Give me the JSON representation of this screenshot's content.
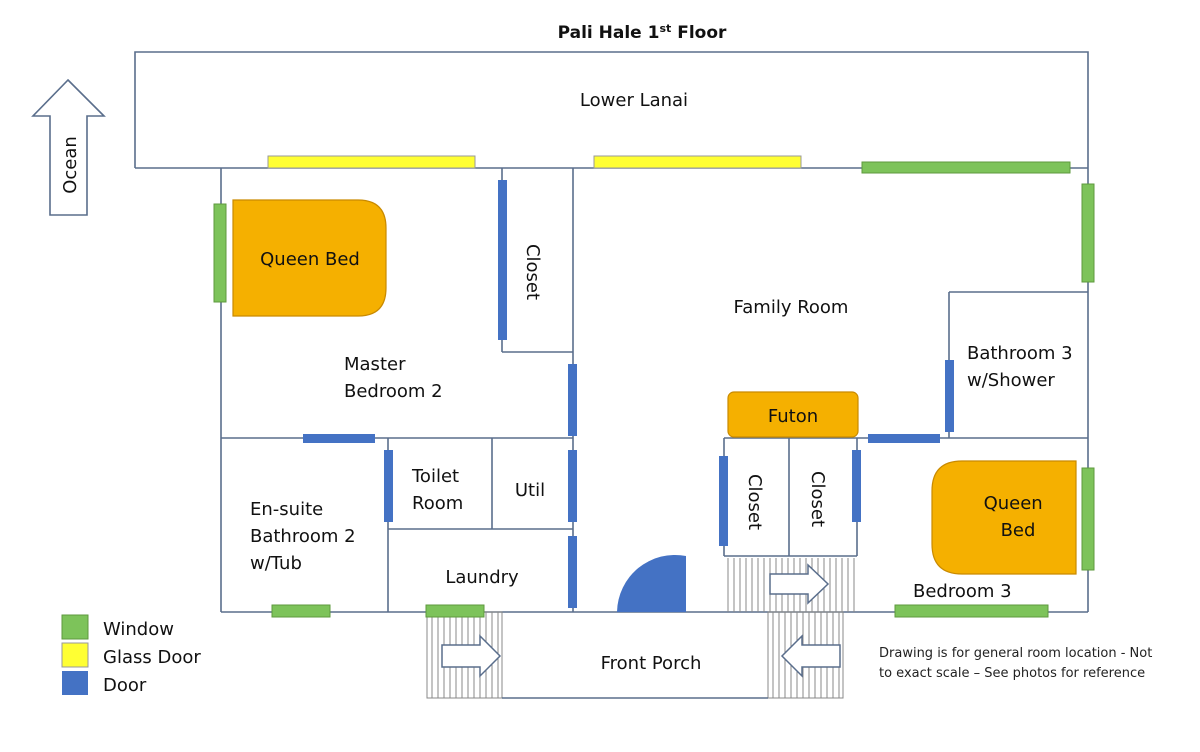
{
  "title": {
    "main": "Pali Hale 1",
    "sup": "st",
    "rest": " Floor"
  },
  "compass": {
    "label": "Ocean"
  },
  "rooms": {
    "lower_lanai": "Lower Lanai",
    "queen_bed_master": "Queen Bed",
    "closet_master": "Closet",
    "master_bedroom": [
      "Master",
      "Bedroom 2"
    ],
    "family_room": "Family Room",
    "bathroom_3": [
      "Bathroom 3",
      "w/Shower"
    ],
    "futon": "Futon",
    "closet_left": "Closet",
    "closet_right": "Closet",
    "queen_bed_3": [
      "Queen",
      "Bed"
    ],
    "bedroom_3": "Bedroom 3",
    "toilet_room": [
      "Toilet",
      "Room"
    ],
    "util": "Util",
    "ensuite_bathroom": [
      "En-suite",
      "Bathroom 2",
      "w/Tub"
    ],
    "laundry": "Laundry",
    "front_porch": "Front Porch"
  },
  "legend": [
    {
      "label": "Window",
      "color": "#7dc35a"
    },
    {
      "label": "Glass Door",
      "color": "#ffff33"
    },
    {
      "label": "Door",
      "color": "#4472c4"
    }
  ],
  "note": [
    "Drawing is for general room location - Not",
    "to exact scale – See photos for reference"
  ],
  "colors": {
    "window": "#7dc35a",
    "glass_door": "#ffff33",
    "door": "#4472c4",
    "bed": "#f5b000",
    "wall": "#5a6e8c"
  }
}
